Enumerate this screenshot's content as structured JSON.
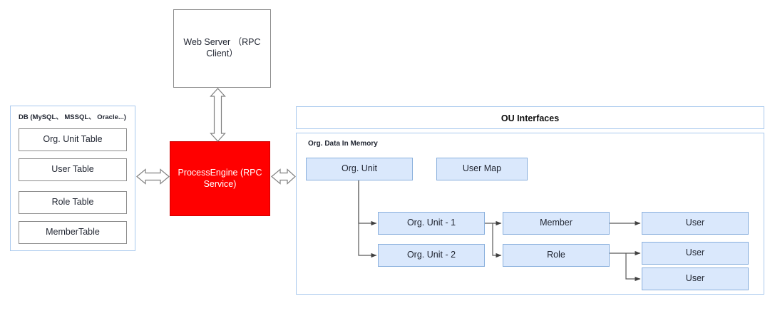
{
  "diagram": {
    "title": "Org Unit architecture diagram",
    "colors": {
      "blue_fill": "#DAE8FC",
      "blue_border": "#8AB0DD",
      "red_fill": "#FF0000",
      "panel_border": "#A9C9EE",
      "wire": "#595959",
      "plain_border": "#8C8C8C"
    }
  },
  "web_server": {
    "label": "Web Server （RPC Client）"
  },
  "process_engine": {
    "label": "ProcessEngine (RPC Service)"
  },
  "db_panel": {
    "title": "DB (MySQL、 MSSQL、 Oracle...)",
    "tables": [
      {
        "label": "Org. Unit Table"
      },
      {
        "label": "User Table"
      },
      {
        "label": "Role Table"
      },
      {
        "label": "MemberTable"
      }
    ]
  },
  "ou_panel": {
    "header": "OU Interfaces",
    "memory_title": "Org. Data In Memory",
    "nodes": {
      "org_unit": "Org. Unit",
      "user_map": "User Map",
      "org_unit_1": "Org. Unit - 1",
      "org_unit_2": "Org. Unit - 2",
      "member": "Member",
      "role": "Role",
      "user_1": "User",
      "user_2": "User",
      "user_3": "User"
    }
  },
  "connectors": {
    "web_to_engine": "bidirectional-vertical",
    "db_to_engine": "bidirectional-horizontal",
    "engine_to_ou": "bidirectional-horizontal"
  }
}
